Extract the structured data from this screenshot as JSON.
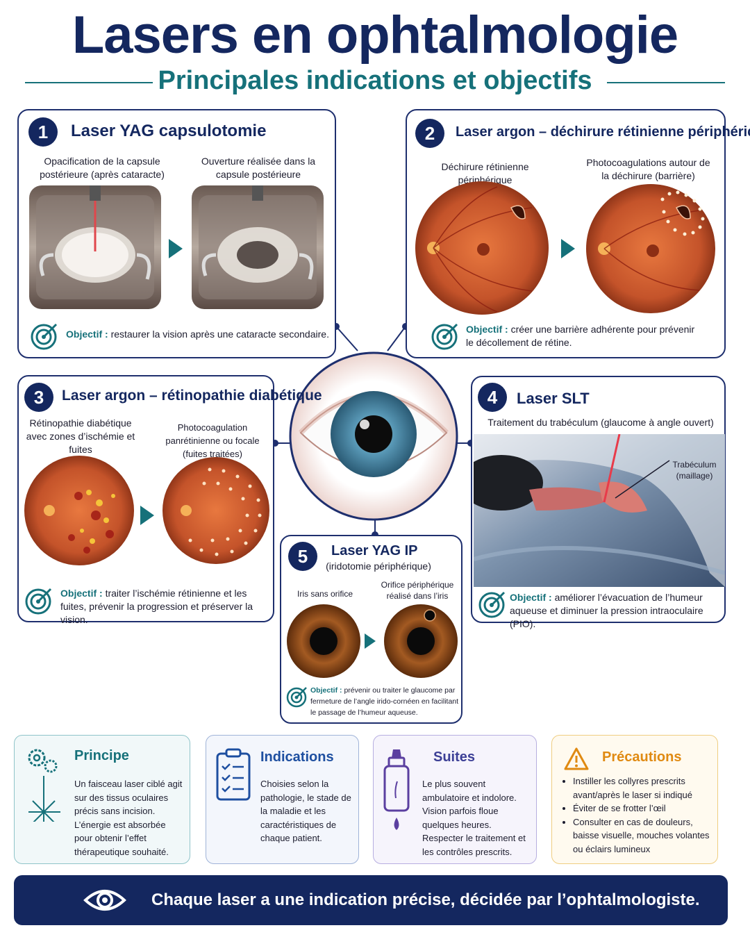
{
  "header": {
    "title": "Lasers en ophtalmologie",
    "subtitle": "Principales indications et objectifs"
  },
  "cards": [
    {
      "number": "1",
      "title": "Laser YAG capsulotomie",
      "before_caption": "Opacification de la capsule postérieure (après cataracte)",
      "after_caption": "Ouverture réalisée dans la capsule postérieure",
      "objective_label": "Objectif :",
      "objective": "restaurer la vision après une cataracte secondaire."
    },
    {
      "number": "2",
      "title": "Laser argon – déchirure rétinienne périphérique",
      "before_caption": "Déchirure rétinienne périphérique",
      "after_caption": "Photocoagulations autour de la déchirure (barrière)",
      "objective_label": "Objectif :",
      "objective": "créer une barrière adhérente pour prévenir le décollement de rétine."
    },
    {
      "number": "3",
      "title": "Laser argon – rétinopathie diabétique",
      "before_caption": "Rétinopathie diabétique avec zones d’ischémie et fuites",
      "after_caption": "Photocoagulation panrétinienne ou focale (fuites traitées)",
      "objective_label": "Objectif :",
      "objective": "traiter l’ischémie rétinienne et les fuites, prévenir la progression et préserver la vision."
    },
    {
      "number": "4",
      "title": "Laser SLT",
      "caption": "Traitement du trabéculum (glaucome à angle ouvert)",
      "callout": "Trabéculum (maillage)",
      "objective_label": "Objectif :",
      "objective": "améliorer l’évacuation de l’humeur aqueuse et diminuer la pression intraoculaire (PIO)."
    },
    {
      "number": "5",
      "title": "Laser YAG IP",
      "subtitle": "(iridotomie périphérique)",
      "before_caption": "Iris sans orifice",
      "after_caption": "Orifice périphérique réalisé dans l’iris",
      "objective_label": "Objectif :",
      "objective": "prévenir ou traiter le glaucome par fermeture de l’angle irido-cornéen en facilitant le passage de l’humeur aqueuse."
    }
  ],
  "info": {
    "principe": {
      "title": "Principe",
      "text": "Un faisceau laser ciblé agit sur des tissus oculaires précis sans incision. L’énergie est absorbée pour obtenir l’effet thérapeutique souhaité."
    },
    "indications": {
      "title": "Indications",
      "text": "Choisies selon la pathologie, le stade de la maladie et les caractéristiques de chaque patient."
    },
    "suites": {
      "title": "Suites",
      "text": "Le plus souvent ambulatoire et indolore. Vision parfois floue quelques heures. Respecter le traitement et les contrôles prescrits."
    },
    "precautions": {
      "title": "Précautions",
      "items": [
        "Instiller les collyres prescrits avant/après le laser si indiqué",
        "Éviter de se frotter l’œil",
        "Consulter en cas de douleurs, baisse visuelle, mouches volantes ou éclairs lumineux"
      ]
    }
  },
  "footer": {
    "text": "Chaque laser a une indication précise, décidée par l’ophtalmologiste."
  },
  "colors": {
    "navy": "#14275f",
    "teal": "#16717a",
    "retina": "#c4532a",
    "iris_brown": "#8a4a1e",
    "iris_blue": "#4a8aa8"
  }
}
